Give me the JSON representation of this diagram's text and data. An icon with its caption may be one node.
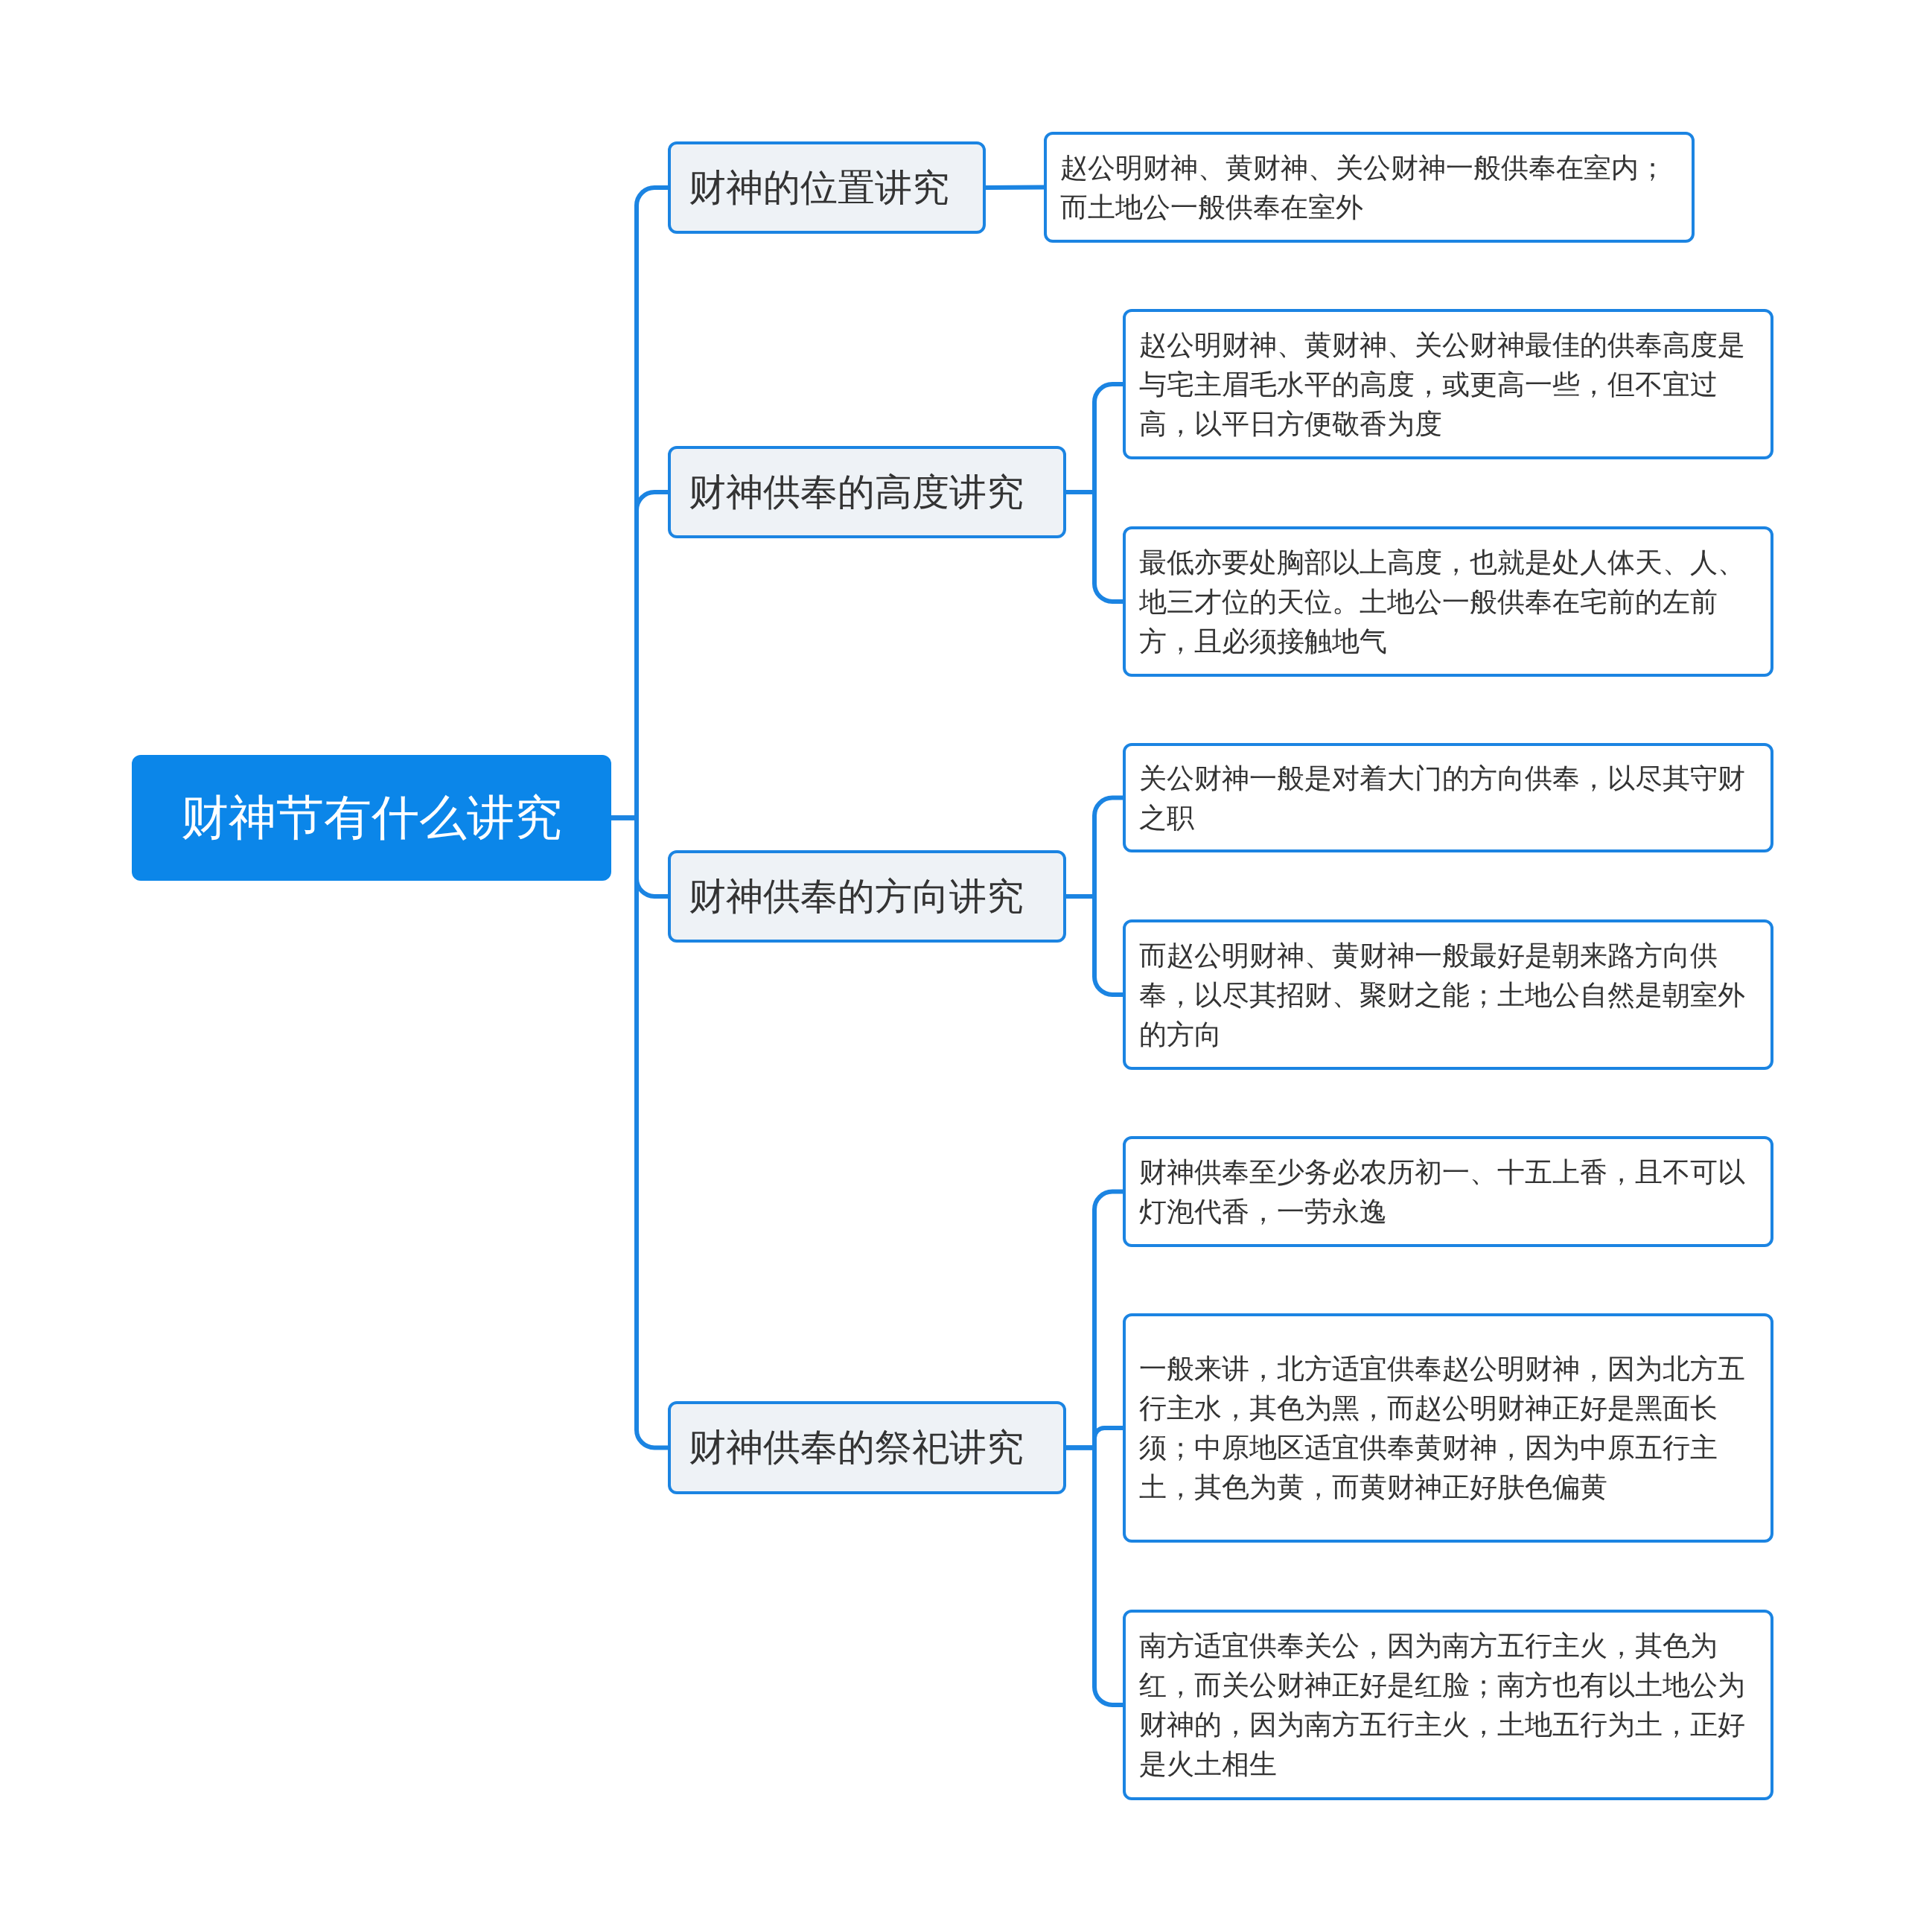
{
  "diagram": {
    "nodes": [
      {
        "text": [
          "财神节有什么讲究"
        ]
      },
      {
        "text": [
          "财神的位置讲究"
        ]
      },
      {
        "text": [
          "赵公明财神、黄财神、关公财神一般供奉在室内；而土地公一般供奉在室外"
        ]
      },
      {
        "text": [
          "财神供奉的高度讲究"
        ]
      },
      {
        "text": [
          "赵公明财神、黄财神、关公财神最佳的供奉高度是与宅主眉毛水平的高度，或更高一些，但不宜过高，以平日方便敬香为度"
        ]
      },
      {
        "text": [
          "最低亦要处胸部以上高度，也就是处人体天、人、地三才位的天位。土地公一般供奉在宅前的左前方，且必须接触地气"
        ]
      },
      {
        "text": [
          "财神供奉的方向讲究"
        ]
      },
      {
        "text": [
          "关公财神一般是对着大门的方向供奉，以尽其守财之职"
        ]
      },
      {
        "text": [
          "而赵公明财神、黄财神一般最好是朝来路方向供奉，以尽其招财、聚财之能；土地公自然是朝室外的方向"
        ]
      },
      {
        "text": [
          "财神供奉的祭祀讲究"
        ]
      },
      {
        "text": [
          "财神供奉至少务必农历初一、十五上香，且不可以灯泡代香，一劳永逸"
        ]
      },
      {
        "text": [
          "一般来讲，北方适宜供奉赵公明财神，因为北方五行主水，其色为黑，而赵公明财神正好是黑面长须；中原地区适宜供奉黄财神，因为中原五行主土，其色为黄，而黄财神正好肤色偏黄"
        ]
      },
      {
        "text": [
          "南方适宜供奉关公，因为南方五行主火，其色为红，而关公财神正好是红脸；南方也有以土地公为财神的，因为南方五行主火，土地五行为土，正好是火土相生"
        ]
      }
    ],
    "edges": [
      {
        "from": 0,
        "to": 1,
        "arrow": "none"
      },
      {
        "from": 0,
        "to": 3,
        "arrow": "none"
      },
      {
        "from": 0,
        "to": 6,
        "arrow": "none"
      },
      {
        "from": 0,
        "to": 9,
        "arrow": "none"
      },
      {
        "from": 1,
        "to": 2,
        "arrow": "none"
      },
      {
        "from": 3,
        "to": 4,
        "arrow": "none"
      },
      {
        "from": 3,
        "to": 5,
        "arrow": "none"
      },
      {
        "from": 6,
        "to": 7,
        "arrow": "none"
      },
      {
        "from": 6,
        "to": 8,
        "arrow": "none"
      },
      {
        "from": 9,
        "to": 10,
        "arrow": "none"
      },
      {
        "from": 9,
        "to": 11,
        "arrow": "none"
      },
      {
        "from": 9,
        "to": 12,
        "arrow": "none"
      }
    ]
  }
}
